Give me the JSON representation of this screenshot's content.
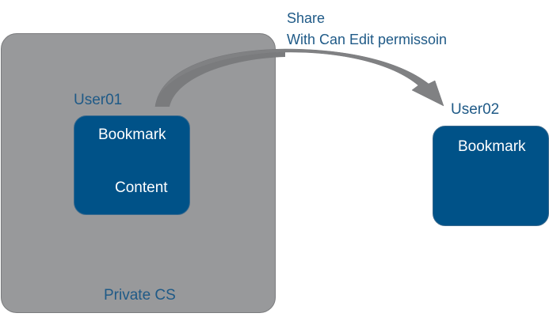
{
  "share_label": {
    "line1": "Share",
    "line2": "With Can Edit permissoin"
  },
  "private_cs": {
    "label": "Private CS",
    "user": "User01",
    "bookmark": {
      "title": "Bookmark",
      "content": "Content"
    }
  },
  "recipient": {
    "user": "User02",
    "bookmark": {
      "title": "Bookmark"
    }
  },
  "colors": {
    "container_gray": "#98999b",
    "bookmark_blue": "#005288",
    "label_blue": "#1f5a87",
    "arrow_gray": "#808183"
  }
}
